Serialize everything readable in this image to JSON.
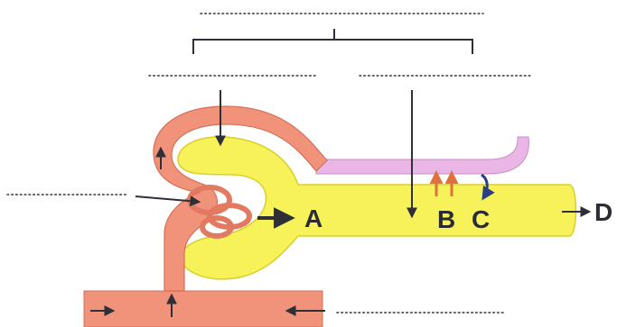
{
  "labels": {
    "A": "A",
    "B": "B",
    "C": "C",
    "D": "D"
  },
  "colors": {
    "blood_vessel": "#f0937a",
    "blood_vessel_dark": "#e27a62",
    "capsule_tubule": "#f8f25a",
    "capsule_outline": "#d8cf2a",
    "capillary_pink": "#e9b6e6",
    "reabsorption_arrow": "#e0703e",
    "secretion_arrow": "#2e3e84",
    "arrow": "#2f2f3a",
    "blank_line": "#333333"
  },
  "blanks": [
    "top-group-title-blank",
    "left-part-blank",
    "right-part-blank",
    "left-structure-blank",
    "bottom-vessel-blank"
  ]
}
